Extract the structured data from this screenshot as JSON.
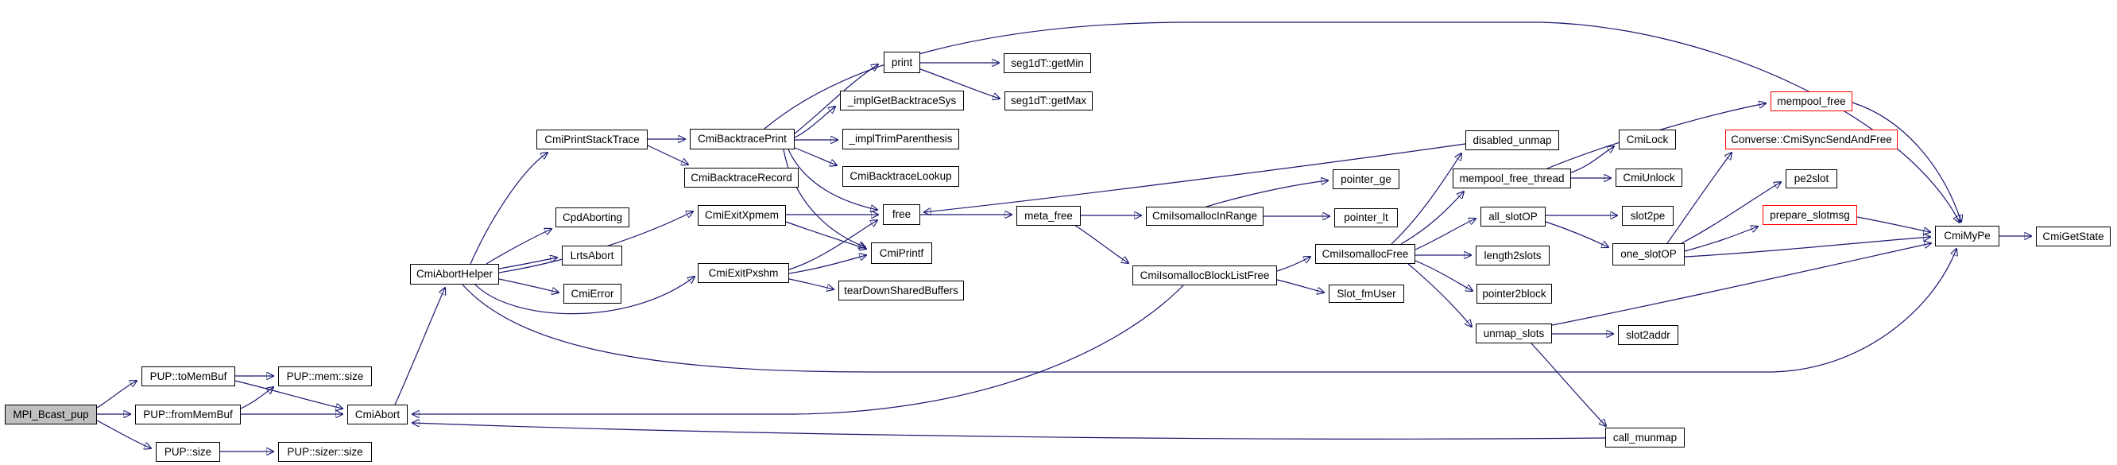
{
  "diagram": {
    "type": "doxygen-call-graph",
    "root_function": "MPI_Bcast_pup",
    "colors": {
      "background": "#ffffff",
      "edge": "#191970",
      "node_border": "#000000",
      "node_fill": "#ffffff",
      "root_fill": "#bfbfbf",
      "truncated_border": "#ff0000"
    },
    "nodes": {
      "mpi_bcast_pup": {
        "label": "MPI_Bcast_pup",
        "kind": "root"
      },
      "pup_tomembuf": {
        "label": "PUP::toMemBuf",
        "kind": "normal"
      },
      "pup_mem_size": {
        "label": "PUP::mem::size",
        "kind": "normal"
      },
      "pup_frommembuf": {
        "label": "PUP::fromMemBuf",
        "kind": "normal"
      },
      "pup_size": {
        "label": "PUP::size",
        "kind": "normal"
      },
      "pup_sizer_size": {
        "label": "PUP::sizer::size",
        "kind": "normal"
      },
      "cmiabort": {
        "label": "CmiAbort",
        "kind": "normal"
      },
      "cmiaborthelper": {
        "label": "CmiAbortHelper",
        "kind": "normal"
      },
      "cpdaborting": {
        "label": "CpdAborting",
        "kind": "normal"
      },
      "lrtsabort": {
        "label": "LrtsAbort",
        "kind": "normal"
      },
      "cmierror": {
        "label": "CmiError",
        "kind": "normal"
      },
      "cmiprintstacktrace": {
        "label": "CmiPrintStackTrace",
        "kind": "normal"
      },
      "cmibacktraceprint": {
        "label": "CmiBacktracePrint",
        "kind": "normal"
      },
      "cmibacktracerecord": {
        "label": "CmiBacktraceRecord",
        "kind": "normal"
      },
      "cmiexitxpmem": {
        "label": "CmiExitXpmem",
        "kind": "normal"
      },
      "cmiexitpxshm": {
        "label": "CmiExitPxshm",
        "kind": "normal"
      },
      "print": {
        "label": "print",
        "kind": "normal"
      },
      "seg1dt_getmin": {
        "label": "seg1dT::getMin",
        "kind": "normal"
      },
      "seg1dt_getmax": {
        "label": "seg1dT::getMax",
        "kind": "normal"
      },
      "impl_get_backtrace_sys": {
        "label": "_implGetBacktraceSys",
        "kind": "normal"
      },
      "impl_trim_parenthesis": {
        "label": "_implTrimParenthesis",
        "kind": "normal"
      },
      "cmibacktracelookup": {
        "label": "CmiBacktraceLookup",
        "kind": "normal"
      },
      "free": {
        "label": "free",
        "kind": "normal"
      },
      "cmiprintf": {
        "label": "CmiPrintf",
        "kind": "normal"
      },
      "teardownsharedbuffers": {
        "label": "tearDownSharedBuffers",
        "kind": "normal"
      },
      "meta_free": {
        "label": "meta_free",
        "kind": "normal"
      },
      "cmiisomallocinrange": {
        "label": "CmiIsomallocInRange",
        "kind": "normal"
      },
      "pointer_ge": {
        "label": "pointer_ge",
        "kind": "normal"
      },
      "pointer_lt": {
        "label": "pointer_lt",
        "kind": "normal"
      },
      "cmiisomallocblocklistfree": {
        "label": "CmiIsomallocBlockListFree",
        "kind": "normal"
      },
      "cmiisomallocfree": {
        "label": "CmiIsomallocFree",
        "kind": "normal"
      },
      "slot_fmuser": {
        "label": "Slot_fmUser",
        "kind": "normal"
      },
      "disabled_unmap": {
        "label": "disabled_unmap",
        "kind": "normal"
      },
      "mempool_free_thread": {
        "label": "mempool_free_thread",
        "kind": "normal"
      },
      "cmilock": {
        "label": "CmiLock",
        "kind": "normal"
      },
      "cmiunlock": {
        "label": "CmiUnlock",
        "kind": "normal"
      },
      "mempool_free": {
        "label": "mempool_free",
        "kind": "truncated"
      },
      "converse_cmisyncsendandfree": {
        "label": "Converse::CmiSyncSendAndFree",
        "kind": "truncated"
      },
      "pe2slot": {
        "label": "pe2slot",
        "kind": "normal"
      },
      "prepare_slotmsg": {
        "label": "prepare_slotmsg",
        "kind": "truncated"
      },
      "all_slotop": {
        "label": "all_slotOP",
        "kind": "normal"
      },
      "slot2pe": {
        "label": "slot2pe",
        "kind": "normal"
      },
      "one_slotop": {
        "label": "one_slotOP",
        "kind": "normal"
      },
      "length2slots": {
        "label": "length2slots",
        "kind": "normal"
      },
      "pointer2block": {
        "label": "pointer2block",
        "kind": "normal"
      },
      "unmap_slots": {
        "label": "unmap_slots",
        "kind": "normal"
      },
      "slot2addr": {
        "label": "slot2addr",
        "kind": "normal"
      },
      "cmimype": {
        "label": "CmiMyPe",
        "kind": "normal"
      },
      "cmigetstate": {
        "label": "CmiGetState",
        "kind": "normal"
      },
      "call_munmap": {
        "label": "call_munmap",
        "kind": "normal"
      }
    },
    "edges": [
      {
        "from": "mpi_bcast_pup",
        "to": "pup_tomembuf"
      },
      {
        "from": "mpi_bcast_pup",
        "to": "pup_frommembuf"
      },
      {
        "from": "mpi_bcast_pup",
        "to": "pup_size"
      },
      {
        "from": "pup_tomembuf",
        "to": "pup_mem_size"
      },
      {
        "from": "pup_tomembuf",
        "to": "cmiabort"
      },
      {
        "from": "pup_frommembuf",
        "to": "pup_mem_size"
      },
      {
        "from": "pup_frommembuf",
        "to": "cmiabort"
      },
      {
        "from": "pup_size",
        "to": "pup_sizer_size"
      },
      {
        "from": "cmiabort",
        "to": "cmiaborthelper"
      },
      {
        "from": "cmiaborthelper",
        "to": "cpdaborting"
      },
      {
        "from": "cmiaborthelper",
        "to": "lrtsabort"
      },
      {
        "from": "cmiaborthelper",
        "to": "cmierror"
      },
      {
        "from": "cmiaborthelper",
        "to": "cmiprintstacktrace"
      },
      {
        "from": "cmiaborthelper",
        "to": "cmiexitxpmem"
      },
      {
        "from": "cmiaborthelper",
        "to": "cmiexitpxshm"
      },
      {
        "from": "cmiaborthelper",
        "to": "cmimype"
      },
      {
        "from": "cmiprintstacktrace",
        "to": "cmibacktraceprint"
      },
      {
        "from": "cmiprintstacktrace",
        "to": "cmibacktracerecord"
      },
      {
        "from": "cmibacktraceprint",
        "to": "print"
      },
      {
        "from": "cmibacktraceprint",
        "to": "impl_get_backtrace_sys"
      },
      {
        "from": "cmibacktraceprint",
        "to": "impl_trim_parenthesis"
      },
      {
        "from": "cmibacktraceprint",
        "to": "cmibacktracelookup"
      },
      {
        "from": "cmibacktraceprint",
        "to": "free"
      },
      {
        "from": "cmibacktraceprint",
        "to": "cmiprintf"
      },
      {
        "from": "cmibacktraceprint",
        "to": "cmimype"
      },
      {
        "from": "print",
        "to": "seg1dt_getmin"
      },
      {
        "from": "print",
        "to": "seg1dt_getmax"
      },
      {
        "from": "cmiexitxpmem",
        "to": "free"
      },
      {
        "from": "cmiexitxpmem",
        "to": "cmiprintf"
      },
      {
        "from": "cmiexitpxshm",
        "to": "free"
      },
      {
        "from": "cmiexitpxshm",
        "to": "cmiprintf"
      },
      {
        "from": "cmiexitpxshm",
        "to": "teardownsharedbuffers"
      },
      {
        "from": "free",
        "to": "meta_free"
      },
      {
        "from": "meta_free",
        "to": "cmiisomallocinrange"
      },
      {
        "from": "meta_free",
        "to": "cmiisomallocblocklistfree"
      },
      {
        "from": "cmiisomallocinrange",
        "to": "pointer_ge"
      },
      {
        "from": "cmiisomallocinrange",
        "to": "pointer_lt"
      },
      {
        "from": "cmiisomallocblocklistfree",
        "to": "cmiisomallocfree"
      },
      {
        "from": "cmiisomallocblocklistfree",
        "to": "slot_fmuser"
      },
      {
        "from": "cmiisomallocblocklistfree",
        "to": "cmiabort"
      },
      {
        "from": "cmiisomallocfree",
        "to": "disabled_unmap"
      },
      {
        "from": "cmiisomallocfree",
        "to": "mempool_free_thread"
      },
      {
        "from": "cmiisomallocfree",
        "to": "all_slotop"
      },
      {
        "from": "cmiisomallocfree",
        "to": "length2slots"
      },
      {
        "from": "cmiisomallocfree",
        "to": "pointer2block"
      },
      {
        "from": "cmiisomallocfree",
        "to": "unmap_slots"
      },
      {
        "from": "disabled_unmap",
        "to": "free"
      },
      {
        "from": "mempool_free_thread",
        "to": "cmilock"
      },
      {
        "from": "mempool_free_thread",
        "to": "cmiunlock"
      },
      {
        "from": "mempool_free_thread",
        "to": "mempool_free"
      },
      {
        "from": "mempool_free",
        "to": "cmimype"
      },
      {
        "from": "all_slotop",
        "to": "slot2pe"
      },
      {
        "from": "all_slotop",
        "to": "one_slotop"
      },
      {
        "from": "one_slotop",
        "to": "pe2slot"
      },
      {
        "from": "one_slotop",
        "to": "converse_cmisyncsendandfree"
      },
      {
        "from": "one_slotop",
        "to": "prepare_slotmsg"
      },
      {
        "from": "one_slotop",
        "to": "cmimype"
      },
      {
        "from": "prepare_slotmsg",
        "to": "cmimype"
      },
      {
        "from": "unmap_slots",
        "to": "slot2addr"
      },
      {
        "from": "unmap_slots",
        "to": "call_munmap"
      },
      {
        "from": "unmap_slots",
        "to": "cmimype"
      },
      {
        "from": "call_munmap",
        "to": "cmiabort"
      },
      {
        "from": "cmimype",
        "to": "cmigetstate"
      }
    ]
  }
}
